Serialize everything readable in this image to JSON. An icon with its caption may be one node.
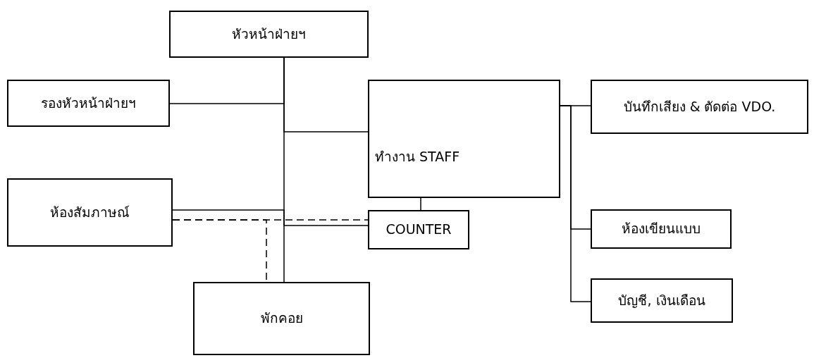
{
  "diagram": {
    "nodes": [
      {
        "text": [
          "หัวหน้าฝ่ายฯ"
        ]
      },
      {
        "text": [
          "รองหัวหน้าฝ่ายฯ"
        ]
      },
      {
        "text": [
          "ทำงาน STAFF"
        ]
      },
      {
        "text": [
          "บันทึกเสียง & ตัดต่อ VDO."
        ]
      },
      {
        "text": [
          "ห้องสัมภาษณ์"
        ]
      },
      {
        "text": [
          "COUNTER"
        ]
      },
      {
        "text": [
          "ห้องเขียนแบบ"
        ]
      },
      {
        "text": [
          "บัญชี, เงินเดือน"
        ]
      },
      {
        "text": [
          "พักคอย"
        ]
      }
    ],
    "edges": [
      {
        "from": 0,
        "to": 8,
        "arrow": "none"
      },
      {
        "from": 1,
        "to": 0,
        "arrow": "none"
      },
      {
        "from": 0,
        "to": 2,
        "arrow": "none"
      },
      {
        "from": 4,
        "to": 5,
        "arrow": "none"
      },
      {
        "from": 4,
        "to": 5,
        "arrow": "none",
        "style": "dashed"
      },
      {
        "from": 4,
        "to": 8,
        "arrow": "none",
        "style": "dashed"
      },
      {
        "from": 2,
        "to": 5,
        "arrow": "none"
      },
      {
        "from": 2,
        "to": 3,
        "arrow": "none"
      },
      {
        "from": 2,
        "to": 6,
        "arrow": "none"
      },
      {
        "from": 2,
        "to": 7,
        "arrow": "none"
      }
    ]
  }
}
